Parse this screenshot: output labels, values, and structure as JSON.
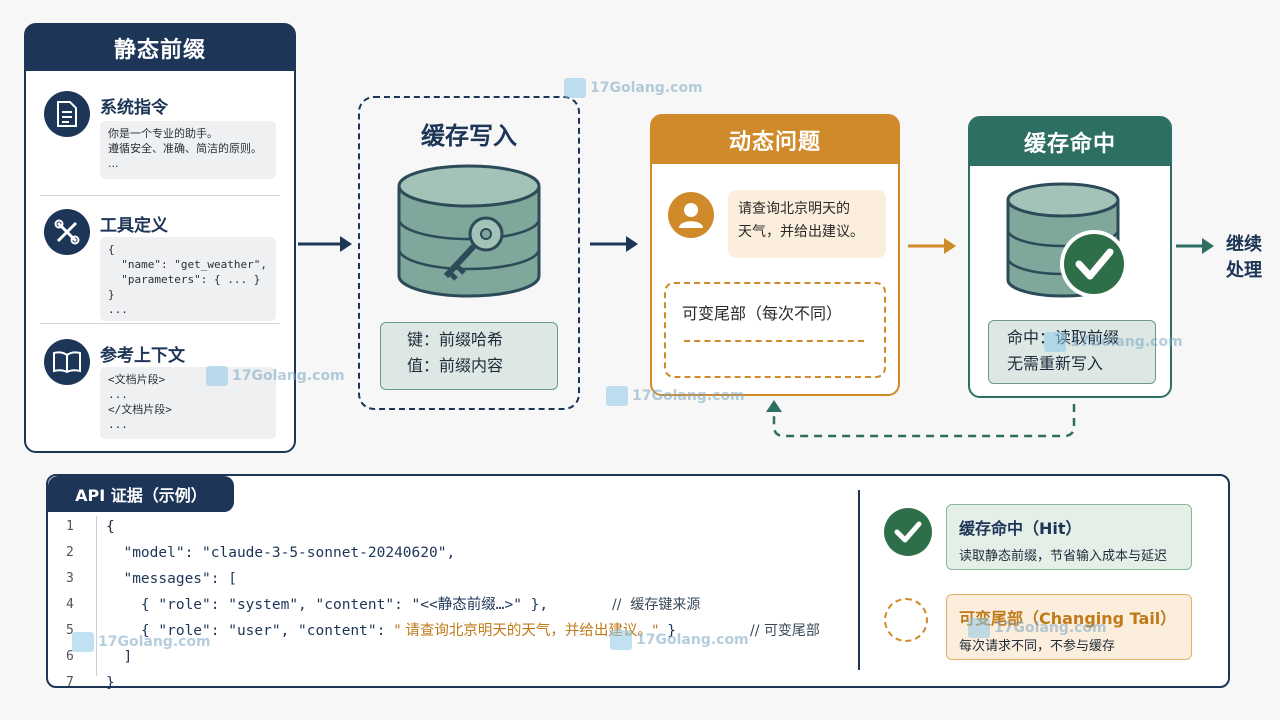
{
  "static_prefix": {
    "title": "静态前缀",
    "system": {
      "title": "系统指令",
      "lines": [
        "你是一个专业的助手。",
        "遵循安全、准确、简洁的原则。",
        "..."
      ]
    },
    "tools": {
      "title": "工具定义",
      "lines": [
        "{",
        "  \"name\": \"get_weather\",",
        "  \"parameters\": { ... }",
        "}",
        "..."
      ]
    },
    "context": {
      "title": "参考上下文",
      "lines": [
        "<文档片段>",
        "...",
        "</文档片段>",
        "..."
      ]
    }
  },
  "cache_write": {
    "title": "缓存写入",
    "key_line": "键：前缀哈希",
    "value_line": "值：前缀内容"
  },
  "dynamic": {
    "title": "动态问题",
    "question_line1": "请查询北京明天的",
    "question_line2": "天气，并给出建议。",
    "tail_label": "可变尾部（每次不同）"
  },
  "cache_hit": {
    "title": "缓存命中",
    "line1": "命中：读取前缀",
    "line2": "无需重新写入"
  },
  "continue": {
    "line1": "继续",
    "line2": "处理"
  },
  "api": {
    "tab": "API 证据（示例）",
    "line_numbers": [
      "1",
      "2",
      "3",
      "4",
      "5",
      "6",
      "7"
    ],
    "l1": "{",
    "l2": "  \"model\": \"claude-3-5-sonnet-20240620\",",
    "l3": "  \"messages\": [",
    "l4_code": "    { \"role\": \"system\", \"content\": \"<<静态前缀…>\" },",
    "l4_comment": "//  缓存键来源",
    "l5_code": "    { \"role\": \"user\", \"content\": ",
    "l5_value": "\" 请查询北京明天的天气，并给出建议。\"",
    "l5_end": " }",
    "l5_comment": "// 可变尾部",
    "l6": "  ]",
    "l7": "}"
  },
  "legend": {
    "hit_title": "缓存命中（Hit）",
    "hit_desc": "读取静态前缀，节省输入成本与延迟",
    "tail_title": "可变尾部（Changing Tail）",
    "tail_desc": "每次请求不同，不参与缓存"
  },
  "watermark": "17Golang.com",
  "colors": {
    "navy": "#1d3557",
    "teal": "#2e6f63",
    "orange": "#d08a2a",
    "green_check": "#2e6f4a"
  }
}
